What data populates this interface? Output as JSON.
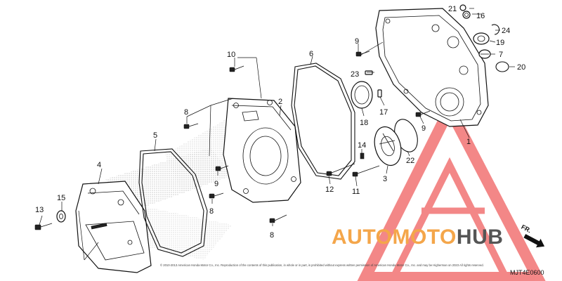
{
  "callouts": {
    "c1": "1",
    "c2": "2",
    "c3": "3",
    "c4": "4",
    "c5": "5",
    "c6": "6",
    "c7": "7",
    "c8a": "8",
    "c8b": "8",
    "c8c": "8",
    "c9a": "9",
    "c9b": "9",
    "c9c": "9",
    "c10": "10",
    "c11": "11",
    "c12": "12",
    "c13": "13",
    "c14": "14",
    "c15": "15",
    "c16": "16",
    "c17": "17",
    "c18": "18",
    "c19": "19",
    "c20": "20",
    "c21": "21",
    "c22": "22",
    "c23": "23",
    "c24": "24"
  },
  "watermark": {
    "brand_part1": "AUTOMOTO",
    "brand_part2": "HUB",
    "color_orange": "#f4a64a",
    "color_gray": "#555555",
    "color_red": "#f06060"
  },
  "direction_label": "FR.",
  "diagram_code": "MJT4E0600",
  "copyright": "© 2010-2013 American Honda Motor Co., Inc. Reproduction of the contents of this publication, in whole or in part, is prohibited without express written permission of American Honda Motor Co., Inc. and may be Higherman on 2023 All rights reserved."
}
